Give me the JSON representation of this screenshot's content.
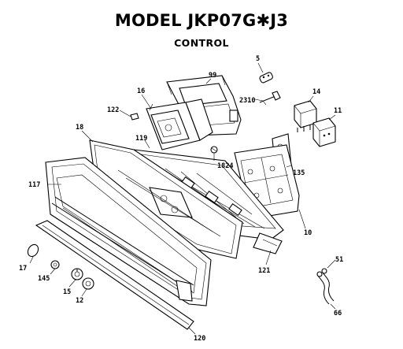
{
  "header": {
    "title": "MODEL JKP07G✱J3",
    "subtitle": "CONTROL"
  },
  "callouts": {
    "c5": "5",
    "c99": "99",
    "c2310": "2310",
    "c14": "14",
    "c11": "11",
    "c16": "16",
    "c122": "122",
    "c18": "18",
    "c119": "119",
    "c1824": "1824",
    "c135": "135",
    "c117": "117",
    "c10": "10",
    "c121": "121",
    "c51": "51",
    "c17": "17",
    "c145": "145",
    "c15": "15",
    "c12": "12",
    "c66": "66",
    "c120": "120"
  }
}
